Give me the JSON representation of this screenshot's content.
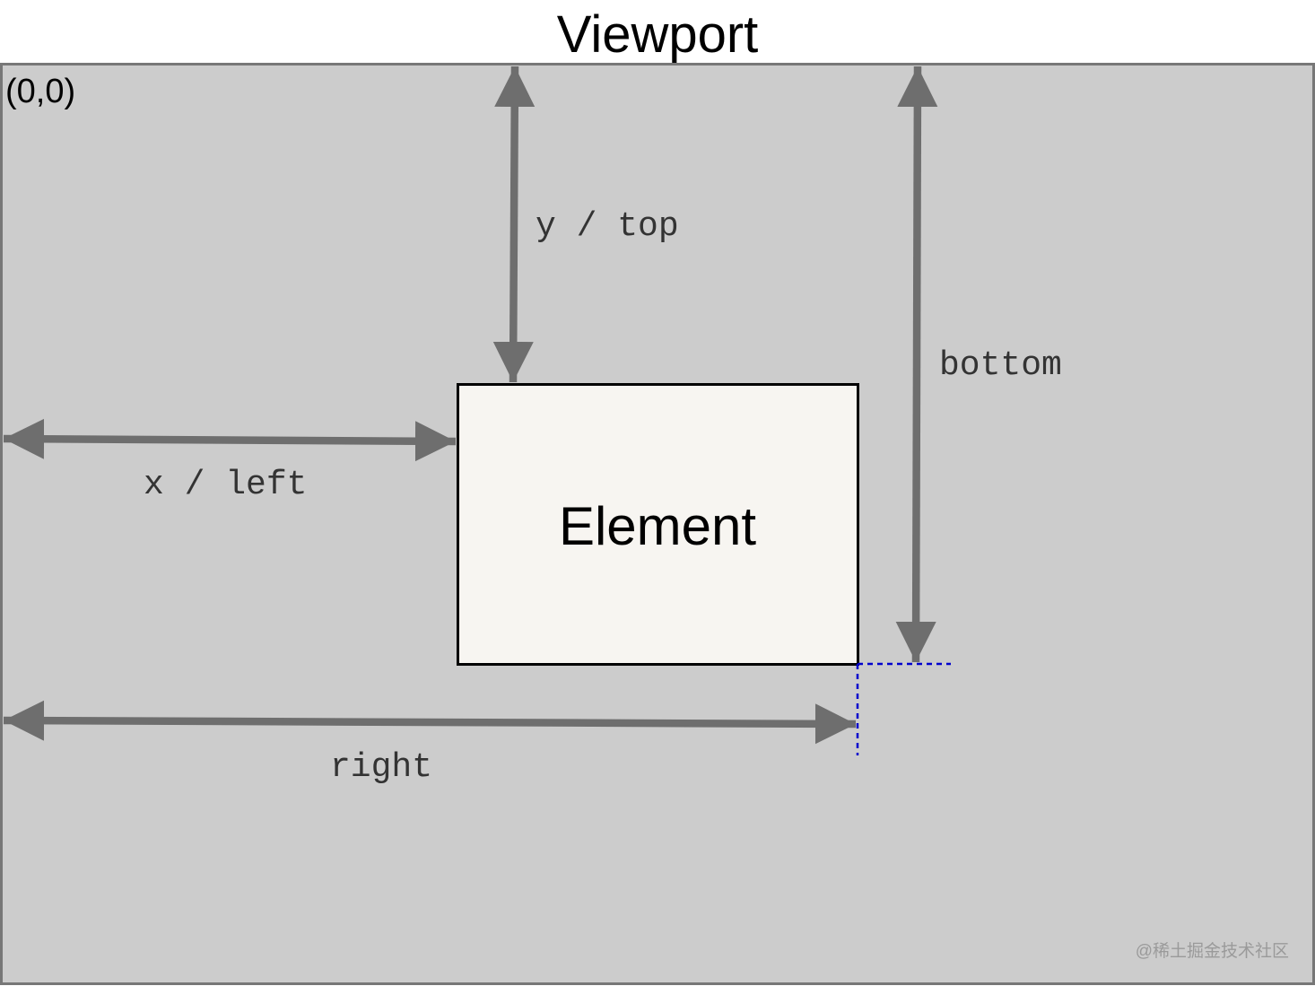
{
  "diagram": {
    "title": "Viewport",
    "origin_label": "(0,0)",
    "element_label": "Element",
    "watermark": "@稀土掘金技术社区",
    "dimensions": [
      {
        "id": "y-top",
        "label": "y / top"
      },
      {
        "id": "bottom",
        "label": "bottom"
      },
      {
        "id": "x-left",
        "label": "x / left"
      },
      {
        "id": "right",
        "label": "right"
      }
    ],
    "colors": {
      "page_background": "#ffffff",
      "viewport_fill": "#cccccc",
      "viewport_border": "#777777",
      "element_fill": "#f7f5f1",
      "element_border": "#000000",
      "arrow": "#6e6e6e",
      "guide_line": "#0000cc",
      "text": "#000000",
      "label_text": "#333333",
      "watermark": "#9a9a9a"
    }
  }
}
